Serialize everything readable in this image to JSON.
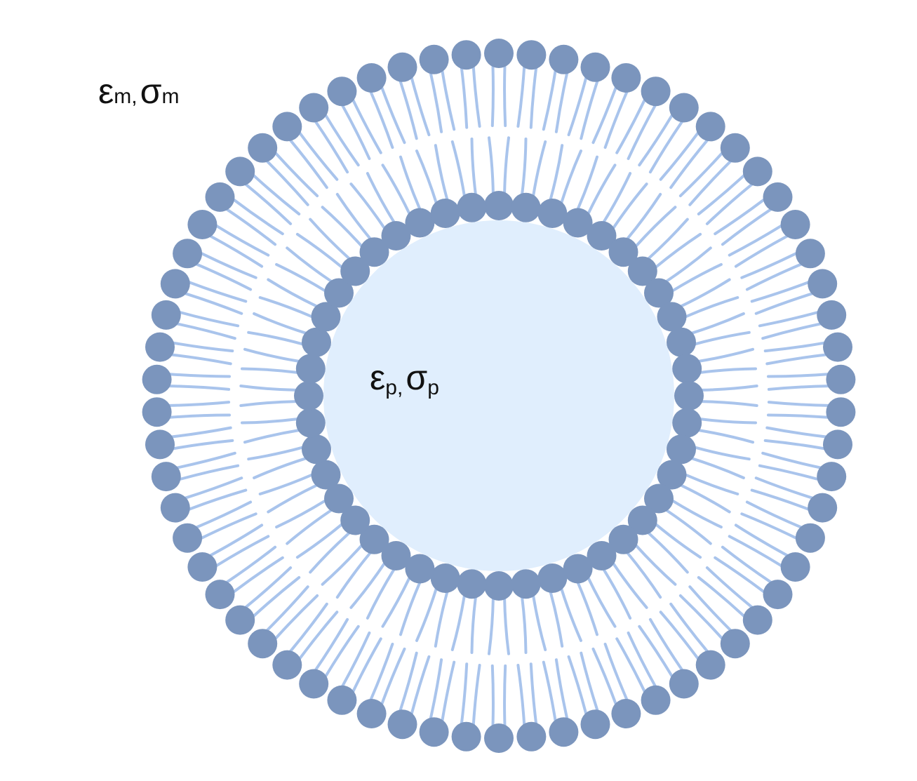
{
  "diagram": {
    "medium_label": {
      "epsilon": "ε",
      "epsilon_sub": "m,",
      "sigma": "σ",
      "sigma_sub": "m"
    },
    "particle_label": {
      "epsilon": "ε",
      "epsilon_sub": "p,",
      "sigma": "σ",
      "sigma_sub": "p"
    },
    "colors": {
      "head": "#7b95bd",
      "tail": "#a9c4ec",
      "core_fill": "#e0eefd",
      "background": "#ffffff"
    },
    "outer_leaflet_heads": 66,
    "inner_leaflet_heads": 44
  }
}
